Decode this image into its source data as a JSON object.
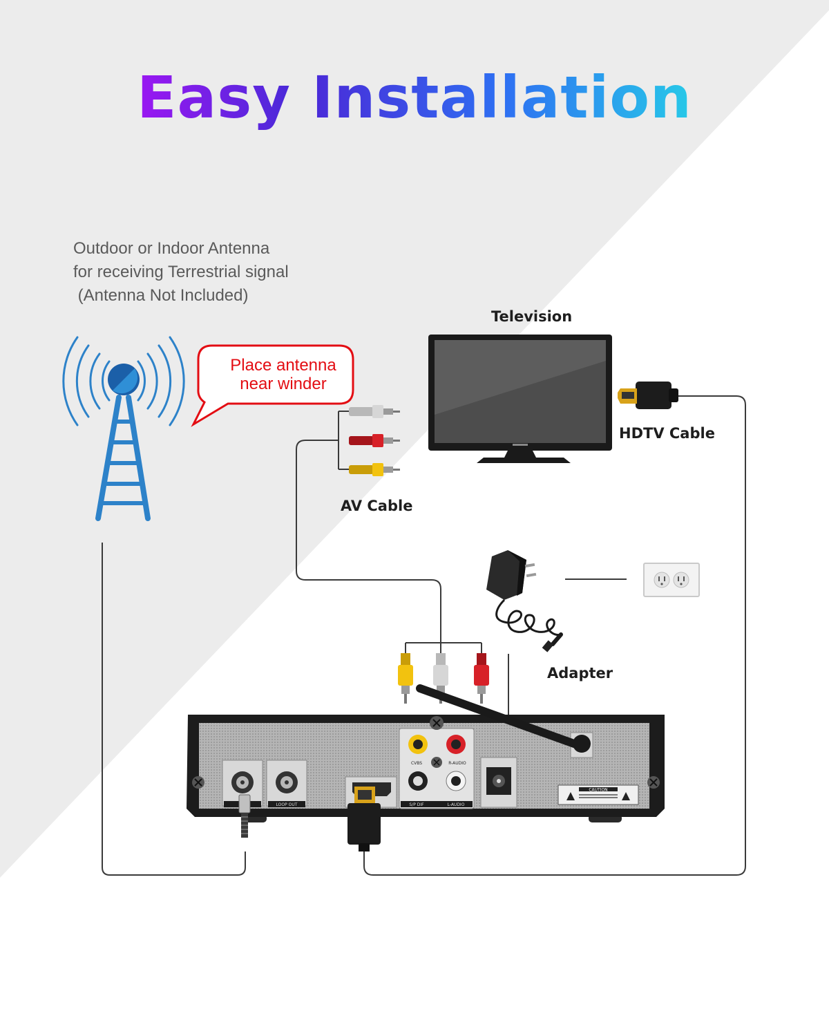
{
  "title": {
    "word1": "Easy",
    "word2": "Installation"
  },
  "antenna_note": {
    "line1": "Outdoor or Indoor Antenna",
    "line2": "for receiving Terrestrial signal",
    "line3": " (Antenna Not Included)"
  },
  "bubble": {
    "line1": "Place antenna",
    "line2": "near winder"
  },
  "labels": {
    "television": "Television",
    "hdtv_cable": "HDTV Cable",
    "av_cable": "AV Cable",
    "adapter": "Adapter"
  },
  "box_panel": {
    "cvbs": "CVBS",
    "r_audio": "R-AUDIO",
    "spdif": "S/P DIF",
    "l_audio": "L-AUDIO",
    "loop_out": "LOOP OUT",
    "caution": "CAUTION"
  },
  "colors": {
    "title_gradient": [
      "#9b17f2",
      "#4a2ad8",
      "#2e6ff2",
      "#27c9e8"
    ],
    "bubble_red": "#e30d13",
    "antenna_blue": "#2d82c9",
    "rca_yellow": "#f2c20f",
    "rca_white": "#d6d6d6",
    "rca_red": "#d72128"
  }
}
